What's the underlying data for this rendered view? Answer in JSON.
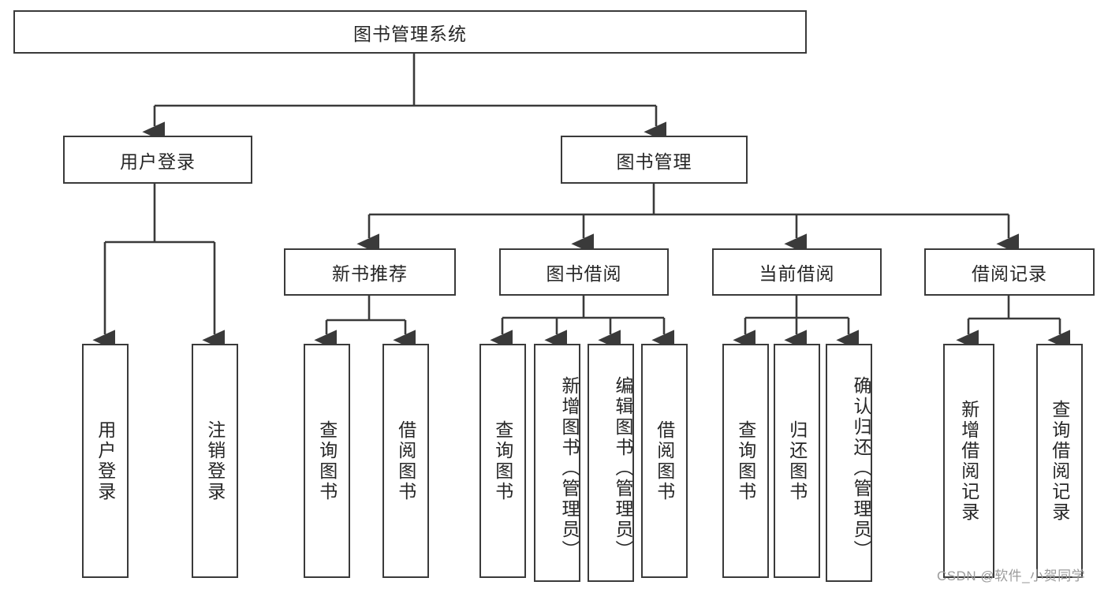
{
  "diagram": {
    "title": "图书管理系统",
    "type": "hierarchy-tree",
    "root": {
      "label": "图书管理系统"
    },
    "level2": [
      {
        "label": "用户登录"
      },
      {
        "label": "图书管理"
      }
    ],
    "level3": [
      {
        "label": "新书推荐"
      },
      {
        "label": "图书借阅"
      },
      {
        "label": "当前借阅"
      },
      {
        "label": "借阅记录"
      }
    ],
    "leaves": {
      "user_login": [
        {
          "label": "用户登录"
        },
        {
          "label": "注销登录"
        }
      ],
      "new_book_recommend": [
        {
          "label": "查询图书"
        },
        {
          "label": "借阅图书"
        }
      ],
      "book_borrow": [
        {
          "label": "查询图书"
        },
        {
          "label": "新增图书（管理员）"
        },
        {
          "label": "编辑图书（管理员）"
        },
        {
          "label": "借阅图书"
        }
      ],
      "current_borrow": [
        {
          "label": "查询图书"
        },
        {
          "label": "归还图书"
        },
        {
          "label": "确认归还（管理员）"
        }
      ],
      "borrow_record": [
        {
          "label": "新增借阅记录"
        },
        {
          "label": "查询借阅记录"
        }
      ]
    }
  },
  "watermark": {
    "text": "CSDN @软件_小贺同学"
  },
  "colors": {
    "line": "#3a3a3a",
    "text": "#262626",
    "background": "#ffffff",
    "watermark": "#9b9b9b"
  }
}
